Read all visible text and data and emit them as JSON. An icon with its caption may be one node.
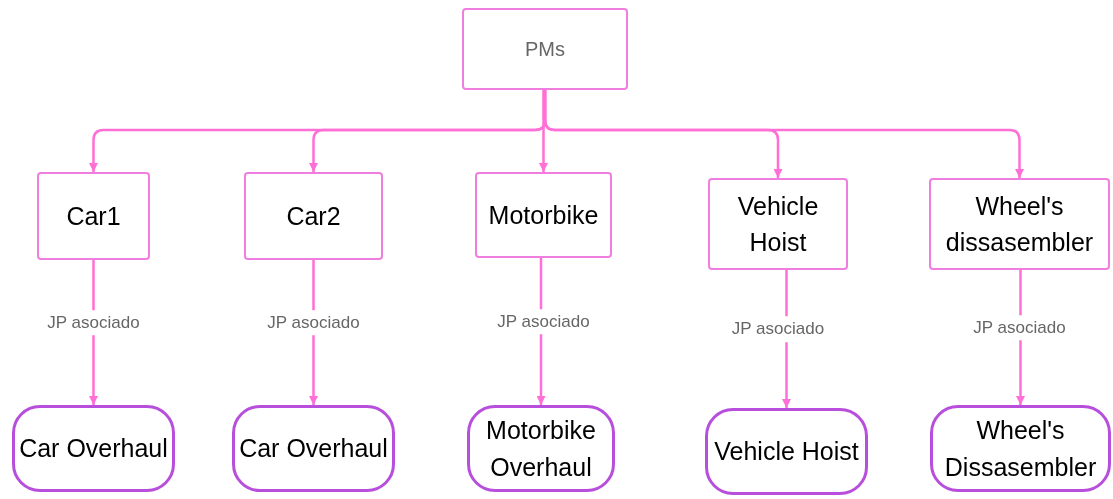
{
  "diagram": {
    "nodes": [
      {
        "text": [
          "PMs"
        ]
      },
      {
        "text": [
          "Car1"
        ]
      },
      {
        "text": [
          "Car2"
        ]
      },
      {
        "text": [
          "Motorbike"
        ]
      },
      {
        "text": [
          "Vehicle Hoist"
        ]
      },
      {
        "text": [
          "Wheel's dissasembler"
        ]
      },
      {
        "text": [
          "Car Overhaul"
        ]
      },
      {
        "text": [
          "Car Overhaul"
        ]
      },
      {
        "text": [
          "Motorbike Overhaul"
        ]
      },
      {
        "text": [
          "Vehicle Hoist"
        ]
      },
      {
        "text": [
          "Wheel's Dissasembler"
        ]
      }
    ],
    "edges": [
      {
        "from": 0,
        "to": 1,
        "arrow": "to"
      },
      {
        "from": 0,
        "to": 2,
        "arrow": "to"
      },
      {
        "from": 0,
        "to": 3,
        "arrow": "to"
      },
      {
        "from": 0,
        "to": 4,
        "arrow": "to"
      },
      {
        "from": 0,
        "to": 5,
        "arrow": "to"
      },
      {
        "from": 1,
        "to": 6,
        "arrow": "to",
        "label": "JP asociado"
      },
      {
        "from": 2,
        "to": 7,
        "arrow": "to",
        "label": "JP asociado"
      },
      {
        "from": 3,
        "to": 8,
        "arrow": "to",
        "label": "JP asociado"
      },
      {
        "from": 4,
        "to": 9,
        "arrow": "to",
        "label": "JP asociado"
      },
      {
        "from": 5,
        "to": 10,
        "arrow": "to",
        "label": "JP asociado"
      }
    ]
  }
}
